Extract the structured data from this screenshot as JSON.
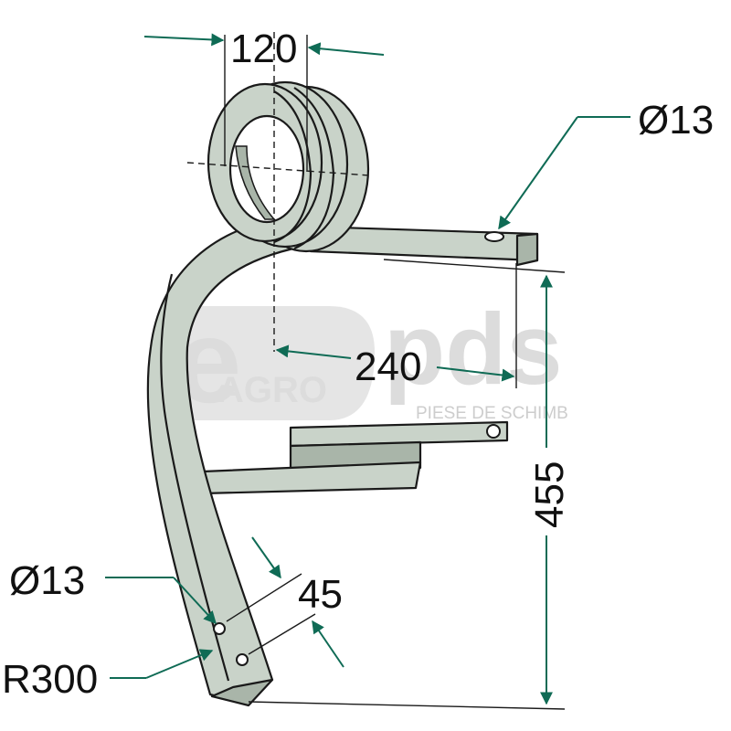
{
  "watermark": {
    "brand_letter": "e",
    "brand_main": "AGRO",
    "brand_suffix": "pds",
    "tagline": "PIESE DE SCHIMB"
  },
  "dimensions": {
    "coil_width": "120",
    "mount_hole_diameter": "Ø13",
    "arm_length": "240",
    "total_height": "455",
    "tip_hole_diameter": "Ø13",
    "hole_spacing": "45",
    "bend_radius": "R300"
  },
  "colors": {
    "dimension_lines": "#0f6b55",
    "part_fill": "#c9d3c9",
    "outline": "#1a1a1a"
  }
}
